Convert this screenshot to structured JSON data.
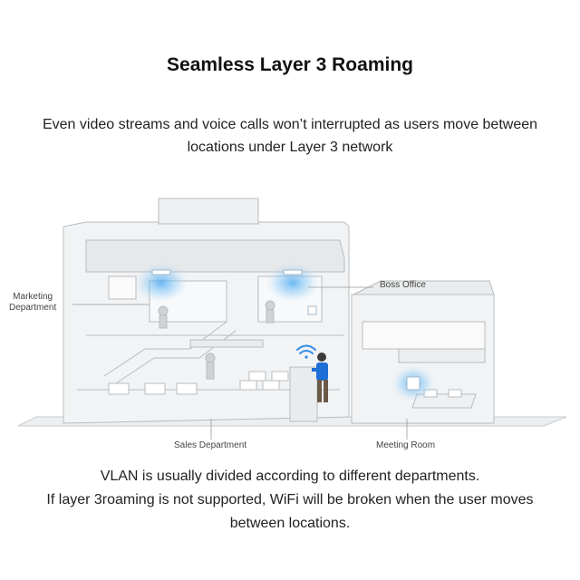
{
  "heading": {
    "title": "Seamless Layer 3 Roaming",
    "subtitle_line1": "Even video streams and voice calls won’t interrupted as users move between",
    "subtitle_line2": "locations under Layer 3 network"
  },
  "labels": {
    "marketing_line1": "Marketing",
    "marketing_line2": "Department",
    "boss_office": "Boss Office",
    "sales_department": "Sales Department",
    "meeting_room": "Meeting Room"
  },
  "footer": {
    "line1": "VLAN is usually divided according to different departments.",
    "line2": "If layer 3roaming is not supported, WiFi will be broken when the user moves",
    "line3": "between locations."
  },
  "colors": {
    "wifi_blue": "#2f8be6",
    "person_blue": "#1d6fd6",
    "line_gray": "#b8bcc0"
  },
  "icons": [
    "wifi-signal-icon",
    "access-point-icon"
  ]
}
